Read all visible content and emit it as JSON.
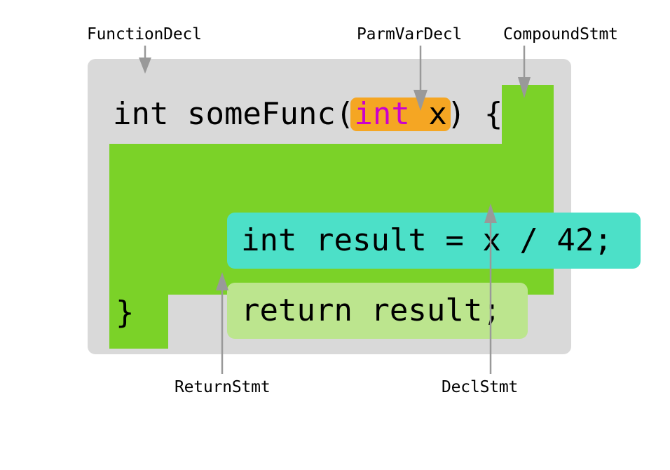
{
  "diagram": {
    "title": "Clang AST node annotation of a C function",
    "background_color": "#ffffff"
  },
  "colors": {
    "card_gray": "#d9d9d9",
    "compound_green": "#7bd228",
    "declstmt_turquoise": "#4ce0c8",
    "returnstmt_pale_green": "#bce58e",
    "parmvardecl_orange": "#f5a623",
    "keyword_magenta": "#cc00cc",
    "arrow_gray": "#999999",
    "text_black": "#000000"
  },
  "labels": {
    "functiondecl": "FunctionDecl",
    "parmvardecl": "ParmVarDecl",
    "compoundstmt": "CompoundStmt",
    "returnstmt": "ReturnStmt",
    "declstmt": "DeclStmt"
  },
  "code": {
    "signature_prefix": "int someFunc(",
    "param_keyword": "int",
    "param_space": " ",
    "param_name": "x",
    "signature_suffix": ")",
    "signature_gap": " ",
    "open_brace": "{",
    "decl_statement": "int result = x / 42;",
    "return_statement": "return result;",
    "close_brace": "}"
  },
  "arrows": [
    {
      "name": "arrow-functiondecl",
      "from_label": "FunctionDecl",
      "direction": "down",
      "points_to": "gray-card"
    },
    {
      "name": "arrow-parmvardecl",
      "from_label": "ParmVarDecl",
      "direction": "down",
      "points_to": "orange-pill"
    },
    {
      "name": "arrow-compoundstmt",
      "from_label": "CompoundStmt",
      "direction": "down",
      "points_to": "green-brace-block"
    },
    {
      "name": "arrow-returnstmt",
      "from_label": "ReturnStmt",
      "direction": "up",
      "points_to": "pale-green-box"
    },
    {
      "name": "arrow-declstmt",
      "from_label": "DeclStmt",
      "direction": "up",
      "points_to": "turquoise-box"
    }
  ]
}
